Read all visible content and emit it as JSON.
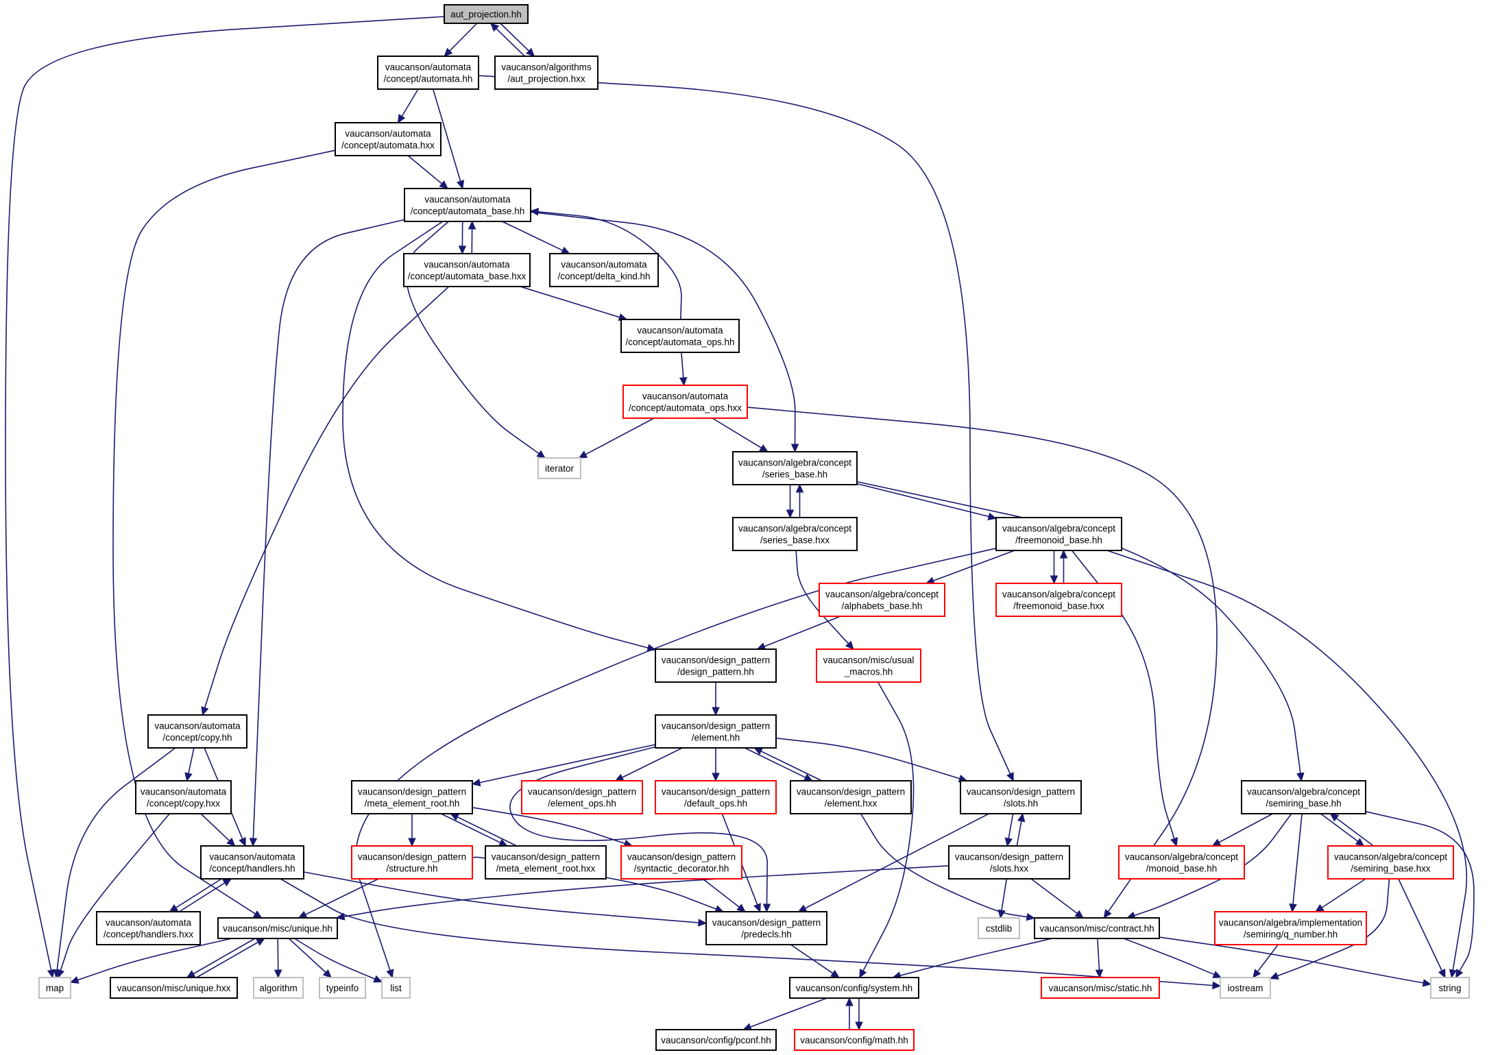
{
  "title": "",
  "colors": {
    "edge": "#191970",
    "root_fill": "#bfbfbf",
    "normal_border": "#000000",
    "truncated_border": "#ff0000",
    "system_border": "#bfbfbf"
  },
  "nodes": [
    {
      "id": "root",
      "kind": "root",
      "lines": [
        "aut_projection.hh"
      ]
    },
    {
      "id": "automata_hh",
      "kind": "normal",
      "lines": [
        "vaucanson/automata",
        "/concept/automata.hh"
      ]
    },
    {
      "id": "aut_proj_hxx",
      "kind": "normal",
      "lines": [
        "vaucanson/algorithms",
        "/aut_projection.hxx"
      ]
    },
    {
      "id": "automata_hxx",
      "kind": "normal",
      "lines": [
        "vaucanson/automata",
        "/concept/automata.hxx"
      ]
    },
    {
      "id": "automata_base_hh",
      "kind": "normal",
      "lines": [
        "vaucanson/automata",
        "/concept/automata_base.hh"
      ]
    },
    {
      "id": "automata_base_hxx",
      "kind": "normal",
      "lines": [
        "vaucanson/automata",
        "/concept/automata_base.hxx"
      ]
    },
    {
      "id": "delta_kind",
      "kind": "normal",
      "lines": [
        "vaucanson/automata",
        "/concept/delta_kind.hh"
      ]
    },
    {
      "id": "automata_ops_hh",
      "kind": "normal",
      "lines": [
        "vaucanson/automata",
        "/concept/automata_ops.hh"
      ]
    },
    {
      "id": "automata_ops_hxx",
      "kind": "red",
      "lines": [
        "vaucanson/automata",
        "/concept/automata_ops.hxx"
      ]
    },
    {
      "id": "iterator",
      "kind": "sys",
      "lines": [
        "iterator"
      ]
    },
    {
      "id": "series_base_hh",
      "kind": "normal",
      "lines": [
        "vaucanson/algebra/concept",
        "/series_base.hh"
      ]
    },
    {
      "id": "series_base_hxx",
      "kind": "normal",
      "lines": [
        "vaucanson/algebra/concept",
        "/series_base.hxx"
      ]
    },
    {
      "id": "freemonoid_base_hh",
      "kind": "normal",
      "lines": [
        "vaucanson/algebra/concept",
        "/freemonoid_base.hh"
      ]
    },
    {
      "id": "alphabets_base",
      "kind": "red",
      "lines": [
        "vaucanson/algebra/concept",
        "/alphabets_base.hh"
      ]
    },
    {
      "id": "freemonoid_base_hxx",
      "kind": "red",
      "lines": [
        "vaucanson/algebra/concept",
        "/freemonoid_base.hxx"
      ]
    },
    {
      "id": "design_pattern_hh",
      "kind": "normal",
      "lines": [
        "vaucanson/design_pattern",
        "/design_pattern.hh"
      ]
    },
    {
      "id": "usual_macros",
      "kind": "red",
      "lines": [
        "vaucanson/misc/usual",
        "_macros.hh"
      ]
    },
    {
      "id": "element_hh",
      "kind": "normal",
      "lines": [
        "vaucanson/design_pattern",
        "/element.hh"
      ]
    },
    {
      "id": "copy_hh",
      "kind": "normal",
      "lines": [
        "vaucanson/automata",
        "/concept/copy.hh"
      ]
    },
    {
      "id": "copy_hxx",
      "kind": "normal",
      "lines": [
        "vaucanson/automata",
        "/concept/copy.hxx"
      ]
    },
    {
      "id": "meta_element_root_hh",
      "kind": "normal",
      "lines": [
        "vaucanson/design_pattern",
        "/meta_element_root.hh"
      ]
    },
    {
      "id": "element_ops",
      "kind": "red",
      "lines": [
        "vaucanson/design_pattern",
        "/element_ops.hh"
      ]
    },
    {
      "id": "default_ops",
      "kind": "red",
      "lines": [
        "vaucanson/design_pattern",
        "/default_ops.hh"
      ]
    },
    {
      "id": "element_hxx",
      "kind": "normal",
      "lines": [
        "vaucanson/design_pattern",
        "/element.hxx"
      ]
    },
    {
      "id": "slots_hh",
      "kind": "normal",
      "lines": [
        "vaucanson/design_pattern",
        "/slots.hh"
      ]
    },
    {
      "id": "semiring_base_hh",
      "kind": "normal",
      "lines": [
        "vaucanson/algebra/concept",
        "/semiring_base.hh"
      ]
    },
    {
      "id": "handlers_hh",
      "kind": "normal",
      "lines": [
        "vaucanson/automata",
        "/concept/handlers.hh"
      ]
    },
    {
      "id": "structure_hh",
      "kind": "red",
      "lines": [
        "vaucanson/design_pattern",
        "/structure.hh"
      ]
    },
    {
      "id": "meta_element_root_hxx",
      "kind": "normal",
      "lines": [
        "vaucanson/design_pattern",
        "/meta_element_root.hxx"
      ]
    },
    {
      "id": "syntactic_decorator",
      "kind": "red",
      "lines": [
        "vaucanson/design_pattern",
        "/syntactic_decorator.hh"
      ]
    },
    {
      "id": "slots_hxx",
      "kind": "normal",
      "lines": [
        "vaucanson/design_pattern",
        "/slots.hxx"
      ]
    },
    {
      "id": "monoid_base",
      "kind": "red",
      "lines": [
        "vaucanson/algebra/concept",
        "/monoid_base.hh"
      ]
    },
    {
      "id": "semiring_base_hxx",
      "kind": "red",
      "lines": [
        "vaucanson/algebra/concept",
        "/semiring_base.hxx"
      ]
    },
    {
      "id": "handlers_hxx",
      "kind": "normal",
      "lines": [
        "vaucanson/automata",
        "/concept/handlers.hxx"
      ]
    },
    {
      "id": "unique_hh",
      "kind": "normal",
      "lines": [
        "vaucanson/misc/unique.hh"
      ]
    },
    {
      "id": "predecls",
      "kind": "normal",
      "lines": [
        "vaucanson/design_pattern",
        "/predecls.hh"
      ]
    },
    {
      "id": "cstdlib",
      "kind": "sys",
      "lines": [
        "cstdlib"
      ]
    },
    {
      "id": "contract_hh",
      "kind": "normal",
      "lines": [
        "vaucanson/misc/contract.hh"
      ]
    },
    {
      "id": "q_number",
      "kind": "red",
      "lines": [
        "vaucanson/algebra/implementation",
        "/semiring/q_number.hh"
      ]
    },
    {
      "id": "map",
      "kind": "sys",
      "lines": [
        "map"
      ]
    },
    {
      "id": "unique_hxx",
      "kind": "normal",
      "lines": [
        "vaucanson/misc/unique.hxx"
      ]
    },
    {
      "id": "algorithm",
      "kind": "sys",
      "lines": [
        "algorithm"
      ]
    },
    {
      "id": "typeinfo",
      "kind": "sys",
      "lines": [
        "typeinfo"
      ]
    },
    {
      "id": "list",
      "kind": "sys",
      "lines": [
        "list"
      ]
    },
    {
      "id": "system_hh",
      "kind": "normal",
      "lines": [
        "vaucanson/config/system.hh"
      ]
    },
    {
      "id": "static_hh",
      "kind": "red",
      "lines": [
        "vaucanson/misc/static.hh"
      ]
    },
    {
      "id": "iostream",
      "kind": "sys",
      "lines": [
        "iostream"
      ]
    },
    {
      "id": "string",
      "kind": "sys",
      "lines": [
        "string"
      ]
    },
    {
      "id": "pconf",
      "kind": "normal",
      "lines": [
        "vaucanson/config/pconf.hh"
      ]
    },
    {
      "id": "math_hh",
      "kind": "red",
      "lines": [
        "vaucanson/config/math.hh"
      ]
    }
  ],
  "edges": [
    [
      "root",
      "automata_hh"
    ],
    [
      "root",
      "aut_proj_hxx"
    ],
    [
      "aut_proj_hxx",
      "root"
    ],
    [
      "root",
      "map"
    ],
    [
      "automata_hh",
      "automata_hxx"
    ],
    [
      "automata_hh",
      "automata_base_hh"
    ],
    [
      "automata_hh",
      "slots_hh"
    ],
    [
      "automata_hxx",
      "automata_base_hh"
    ],
    [
      "automata_hxx",
      "unique_hh"
    ],
    [
      "automata_base_hh",
      "automata_base_hxx"
    ],
    [
      "automata_base_hxx",
      "automata_base_hh"
    ],
    [
      "automata_base_hh",
      "delta_kind"
    ],
    [
      "automata_base_hh",
      "iterator"
    ],
    [
      "automata_base_hh",
      "series_base_hh"
    ],
    [
      "automata_base_hh",
      "handlers_hh"
    ],
    [
      "automata_base_hh",
      "design_pattern_hh"
    ],
    [
      "automata_base_hxx",
      "automata_ops_hh"
    ],
    [
      "automata_base_hxx",
      "copy_hh"
    ],
    [
      "automata_ops_hh",
      "automata_base_hh"
    ],
    [
      "automata_ops_hh",
      "automata_ops_hxx"
    ],
    [
      "automata_ops_hxx",
      "iterator"
    ],
    [
      "automata_ops_hxx",
      "series_base_hh"
    ],
    [
      "automata_ops_hxx",
      "contract_hh"
    ],
    [
      "series_base_hh",
      "series_base_hxx"
    ],
    [
      "series_base_hxx",
      "series_base_hh"
    ],
    [
      "series_base_hh",
      "freemonoid_base_hh"
    ],
    [
      "series_base_hh",
      "semiring_base_hh"
    ],
    [
      "series_base_hxx",
      "usual_macros"
    ],
    [
      "freemonoid_base_hh",
      "alphabets_base"
    ],
    [
      "freemonoid_base_hh",
      "freemonoid_base_hxx"
    ],
    [
      "freemonoid_base_hxx",
      "freemonoid_base_hh"
    ],
    [
      "freemonoid_base_hh",
      "monoid_base"
    ],
    [
      "freemonoid_base_hh",
      "string"
    ],
    [
      "freemonoid_base_hh",
      "list"
    ],
    [
      "alphabets_base",
      "design_pattern_hh"
    ],
    [
      "design_pattern_hh",
      "element_hh"
    ],
    [
      "usual_macros",
      "system_hh"
    ],
    [
      "element_hh",
      "meta_element_root_hh"
    ],
    [
      "element_hh",
      "element_ops"
    ],
    [
      "element_hh",
      "default_ops"
    ],
    [
      "element_hh",
      "element_hxx"
    ],
    [
      "element_hxx",
      "element_hh"
    ],
    [
      "element_hh",
      "slots_hh"
    ],
    [
      "element_hh",
      "predecls"
    ],
    [
      "element_hxx",
      "contract_hh"
    ],
    [
      "copy_hh",
      "copy_hxx"
    ],
    [
      "copy_hh",
      "handlers_hh"
    ],
    [
      "copy_hh",
      "map"
    ],
    [
      "copy_hxx",
      "handlers_hh"
    ],
    [
      "copy_hxx",
      "map"
    ],
    [
      "meta_element_root_hh",
      "structure_hh"
    ],
    [
      "meta_element_root_hh",
      "meta_element_root_hxx"
    ],
    [
      "meta_element_root_hxx",
      "meta_element_root_hh"
    ],
    [
      "meta_element_root_hh",
      "syntactic_decorator"
    ],
    [
      "default_ops",
      "predecls"
    ],
    [
      "slots_hh",
      "slots_hxx"
    ],
    [
      "slots_hxx",
      "slots_hh"
    ],
    [
      "slots_hh",
      "predecls"
    ],
    [
      "slots_hxx",
      "cstdlib"
    ],
    [
      "slots_hxx",
      "contract_hh"
    ],
    [
      "slots_hxx",
      "unique_hh"
    ],
    [
      "semiring_base_hh",
      "monoid_base"
    ],
    [
      "semiring_base_hh",
      "semiring_base_hxx"
    ],
    [
      "semiring_base_hxx",
      "semiring_base_hh"
    ],
    [
      "semiring_base_hh",
      "q_number"
    ],
    [
      "semiring_base_hh",
      "contract_hh"
    ],
    [
      "semiring_base_hh",
      "string"
    ],
    [
      "semiring_base_hxx",
      "q_number"
    ],
    [
      "semiring_base_hxx",
      "string"
    ],
    [
      "semiring_base_hxx",
      "iostream"
    ],
    [
      "handlers_hh",
      "handlers_hxx"
    ],
    [
      "handlers_hxx",
      "handlers_hh"
    ],
    [
      "handlers_hh",
      "predecls"
    ],
    [
      "handlers_hh",
      "iostream"
    ],
    [
      "structure_hh",
      "unique_hh"
    ],
    [
      "structure_hh",
      "predecls"
    ],
    [
      "syntactic_decorator",
      "predecls"
    ],
    [
      "unique_hh",
      "unique_hxx"
    ],
    [
      "unique_hxx",
      "unique_hh"
    ],
    [
      "unique_hh",
      "map"
    ],
    [
      "unique_hh",
      "algorithm"
    ],
    [
      "unique_hh",
      "typeinfo"
    ],
    [
      "unique_hh",
      "list"
    ],
    [
      "predecls",
      "system_hh"
    ],
    [
      "contract_hh",
      "system_hh"
    ],
    [
      "contract_hh",
      "static_hh"
    ],
    [
      "contract_hh",
      "iostream"
    ],
    [
      "contract_hh",
      "string"
    ],
    [
      "q_number",
      "iostream"
    ],
    [
      "system_hh",
      "pconf"
    ],
    [
      "system_hh",
      "math_hh"
    ],
    [
      "math_hh",
      "system_hh"
    ]
  ]
}
